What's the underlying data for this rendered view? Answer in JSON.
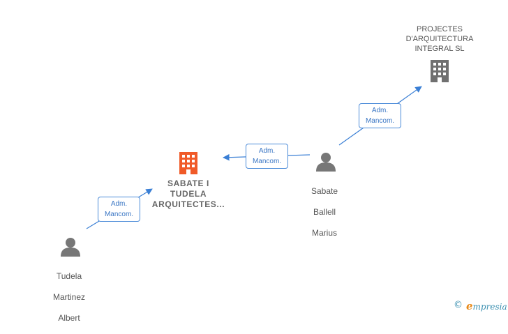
{
  "nodes": {
    "projectes": {
      "line1": "PROJECTES",
      "line2": "D'ARQUITECTURA",
      "line3": "INTEGRAL SL"
    },
    "sabate_tudela": {
      "line1": "SABATE I",
      "line2": "TUDELA",
      "line3": "ARQUITECTES..."
    },
    "sabate_ballell": {
      "line1": "Sabate",
      "line2": "Ballell",
      "line3": "Marius"
    },
    "tudela_martinez": {
      "line1": "Tudela",
      "line2": "Martinez",
      "line3": "Albert"
    }
  },
  "relations": [
    {
      "line1": "Adm.",
      "line2": "Mancom."
    },
    {
      "line1": "Adm.",
      "line2": "Mancom."
    },
    {
      "line1": "Adm.",
      "line2": "Mancom."
    }
  ],
  "footer": {
    "copyright_symbol": "©",
    "brand_initial": "e",
    "brand_rest": "mpresia"
  },
  "colors": {
    "edge": "#3a7fd5",
    "company_main": "#f05a28",
    "company_other": "#707070",
    "person": "#777777"
  },
  "icons": {
    "company": "building-icon",
    "person": "person-icon"
  }
}
